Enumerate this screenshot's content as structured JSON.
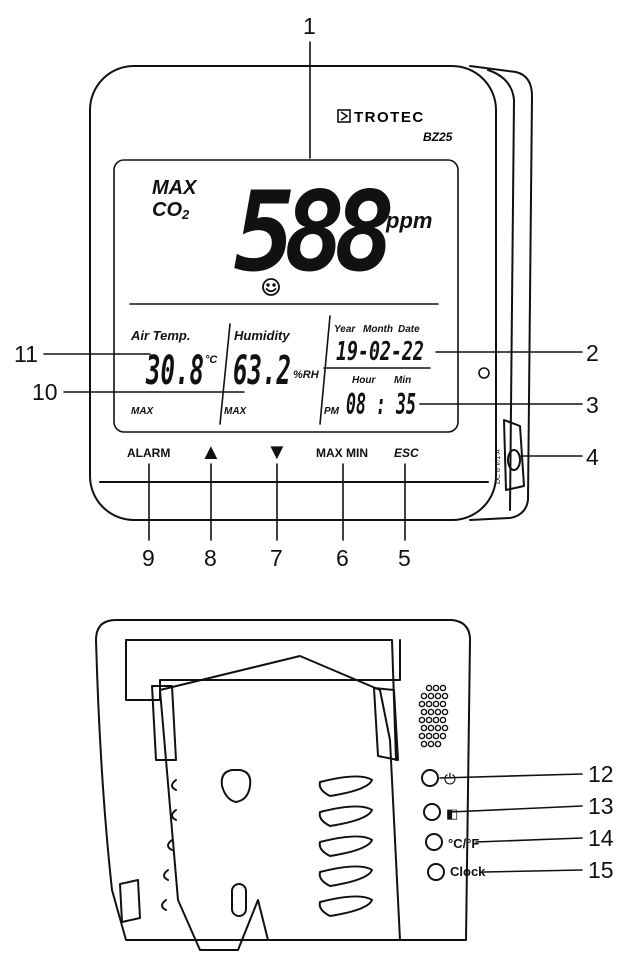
{
  "brand": {
    "logo": "TROTEC",
    "model": "BZ25"
  },
  "display": {
    "max_label": "MAX",
    "co2_label": "CO2",
    "co2_value": "588",
    "co2_unit": "ppm",
    "air_temp_label": "Air Temp.",
    "air_temp_value": "30.8",
    "air_temp_unit": "°C",
    "humidity_label": "Humidity",
    "humidity_value": "63.2",
    "humidity_unit": "%RH",
    "year_label": "Year",
    "month_label": "Month",
    "date_label": "Date",
    "date_value": "19-02-22",
    "hour_label": "Hour",
    "min_label": "Min",
    "pm_label": "PM",
    "time_value": "08 : 35",
    "temp_max": "MAX",
    "humidity_max": "MAX"
  },
  "buttons": {
    "alarm": "ALARM",
    "up": "▲",
    "down": "▼",
    "max_min": "MAX MIN",
    "esc": "ESC"
  },
  "power_jack_label": "DC 6 V/1 A",
  "back_buttons": {
    "power": "⏻",
    "backlight": "◧",
    "unit": "°C/°F",
    "clock": "Clock"
  },
  "callouts": {
    "n1": "1",
    "n2": "2",
    "n3": "3",
    "n4": "4",
    "n5": "5",
    "n6": "6",
    "n7": "7",
    "n8": "8",
    "n9": "9",
    "n10": "10",
    "n11": "11",
    "n12": "12",
    "n13": "13",
    "n14": "14",
    "n15": "15"
  }
}
